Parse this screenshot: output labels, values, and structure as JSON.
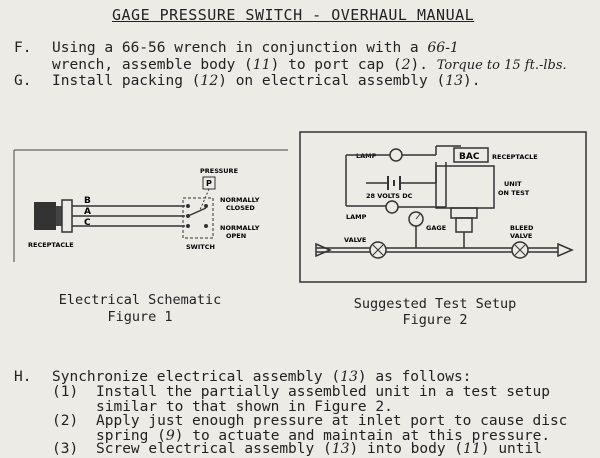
{
  "header": {
    "title": "GAGE PRESSURE SWITCH - OVERHAUL MANUAL"
  },
  "steps": {
    "F": {
      "letter": "F.",
      "line1": "Using a 66-56 wrench in conjunction with a",
      "line1_hand": "66-1",
      "line2a": "wrench, assemble body (",
      "line2_h1": "11",
      "line2b": ") to port cap (",
      "line2_h2": "2",
      "line2c": ").",
      "line2_hand": "Torque to 15 ft.-lbs."
    },
    "G": {
      "letter": "G.",
      "line_a": "Install packing (",
      "line_h1": "12",
      "line_b": ") on electrical assembly (",
      "line_h2": "13",
      "line_c": ")."
    },
    "H": {
      "letter": "H.",
      "intro_a": "Synchronize electrical assembly (",
      "intro_h": "13",
      "intro_b": ") as follows:",
      "s1_num": "(1)",
      "s1_l1": "Install the partially assembled unit in a test setup",
      "s1_l2": "similar to that shown in Figure 2.",
      "s2_num": "(2)",
      "s2_l1": "Apply just enough pressure at inlet port to cause disc",
      "s2_l2a": "spring (",
      "s2_h": "9",
      "s2_l2b": ") to actuate and maintain at this pressure.",
      "s3_num": "(3)",
      "s3_l1a": "Screw electrical assembly (",
      "s3_h1": "13",
      "s3_l1b": ") into body (",
      "s3_h2": "11",
      "s3_l1c": ") until"
    }
  },
  "figure1": {
    "caption1": "Electrical Schematic",
    "caption2": "Figure 1",
    "labels": {
      "pressure": "PRESSURE",
      "p": "P",
      "b": "B",
      "a": "A",
      "c": "C",
      "nc1": "NORMALLY",
      "nc2": "CLOSED",
      "no1": "NORMALLY",
      "no2": "OPEN",
      "receptacle": "RECEPTACLE",
      "switch": "SWITCH"
    }
  },
  "figure2": {
    "caption1": "Suggested Test Setup",
    "caption2": "Figure 2",
    "labels": {
      "lamp_top": "LAMP",
      "lamp_bottom": "LAMP",
      "bac": "BAC",
      "receptacle": "RECEPTACLE",
      "volts": "28 VOLTS DC",
      "unit1": "UNIT",
      "unit2": "ON TEST",
      "gage": "GAGE",
      "valve": "VALVE",
      "bleed1": "BLEED",
      "bleed2": "VALVE"
    }
  }
}
